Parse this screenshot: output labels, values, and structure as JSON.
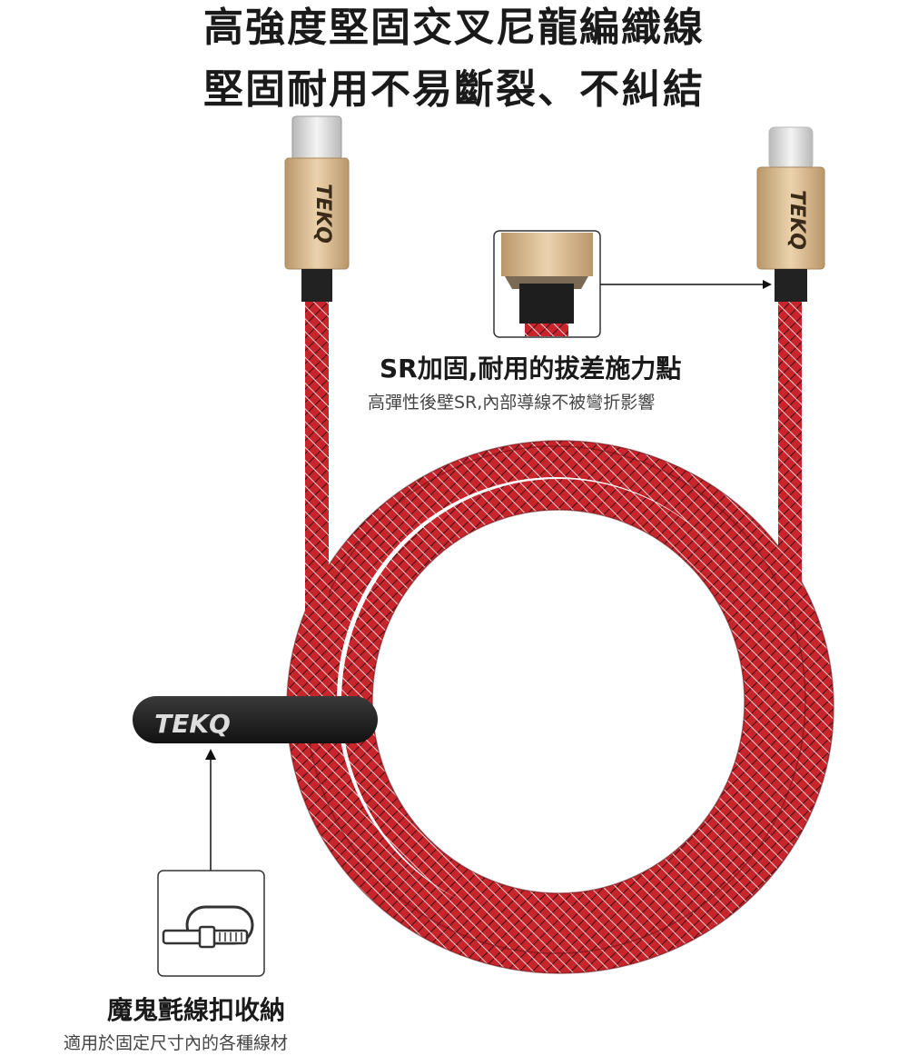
{
  "headline": {
    "line1": "高強度堅固交叉尼龍編織線",
    "line2": "堅固耐用不易斷裂、不糾結"
  },
  "brand": "TEKQ",
  "callouts": {
    "sr": {
      "title": "SR加固,耐用的拔差施力點",
      "subtitle": "高彈性後壁SR,內部導線不被彎折影響"
    },
    "strap": {
      "title": "魔鬼氈線扣收納",
      "subtitle": "適用於固定尺寸內的各種線材"
    }
  },
  "colors": {
    "cable_red": "#c8242c",
    "cable_dark": "#2a1a1a",
    "gold": "#d9b98f",
    "strap_black": "#1c1c1c"
  },
  "icons": [
    "usb-c-connector-icon",
    "lightning-connector-icon",
    "velcro-strap-icon",
    "arrow-icon"
  ]
}
